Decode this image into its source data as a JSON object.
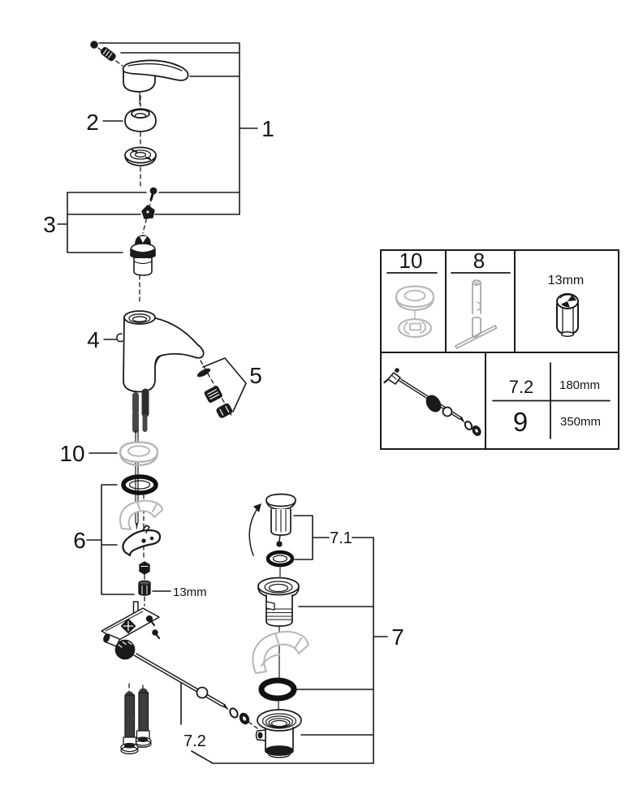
{
  "figure": {
    "type": "exploded-parts-diagram",
    "colors": {
      "ink": "#1a1a1a",
      "grey_part": "#b6b6b6"
    },
    "callouts": {
      "part1": "1",
      "part2": "2",
      "part3": "3",
      "part4": "4",
      "part5": "5",
      "part6": "6",
      "part7": "7",
      "part7_1": "7.1",
      "part7_2": "7.2",
      "part10": "10",
      "wrench_size": "13mm"
    },
    "parts_table": {
      "col1_header": "10",
      "col2_header": "8",
      "col3_size": "13mm",
      "rows": [
        {
          "part": "7.2",
          "length": "180mm"
        },
        {
          "part": "9",
          "length": "350mm"
        }
      ]
    }
  }
}
